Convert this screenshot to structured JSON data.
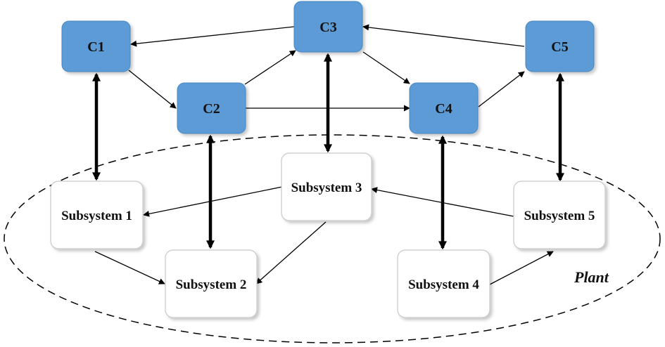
{
  "controllers": [
    "C1",
    "C2",
    "C3",
    "C4",
    "C5"
  ],
  "subsystems": [
    "Subsystem 1",
    "Subsystem 2",
    "Subsystem 3",
    "Subsystem 4",
    "Subsystem 5"
  ],
  "plant_label": "Plant",
  "colors": {
    "controller_fill": "#5b9bd5",
    "subsystem_fill": "#ffffff",
    "arrow": "#000000"
  }
}
